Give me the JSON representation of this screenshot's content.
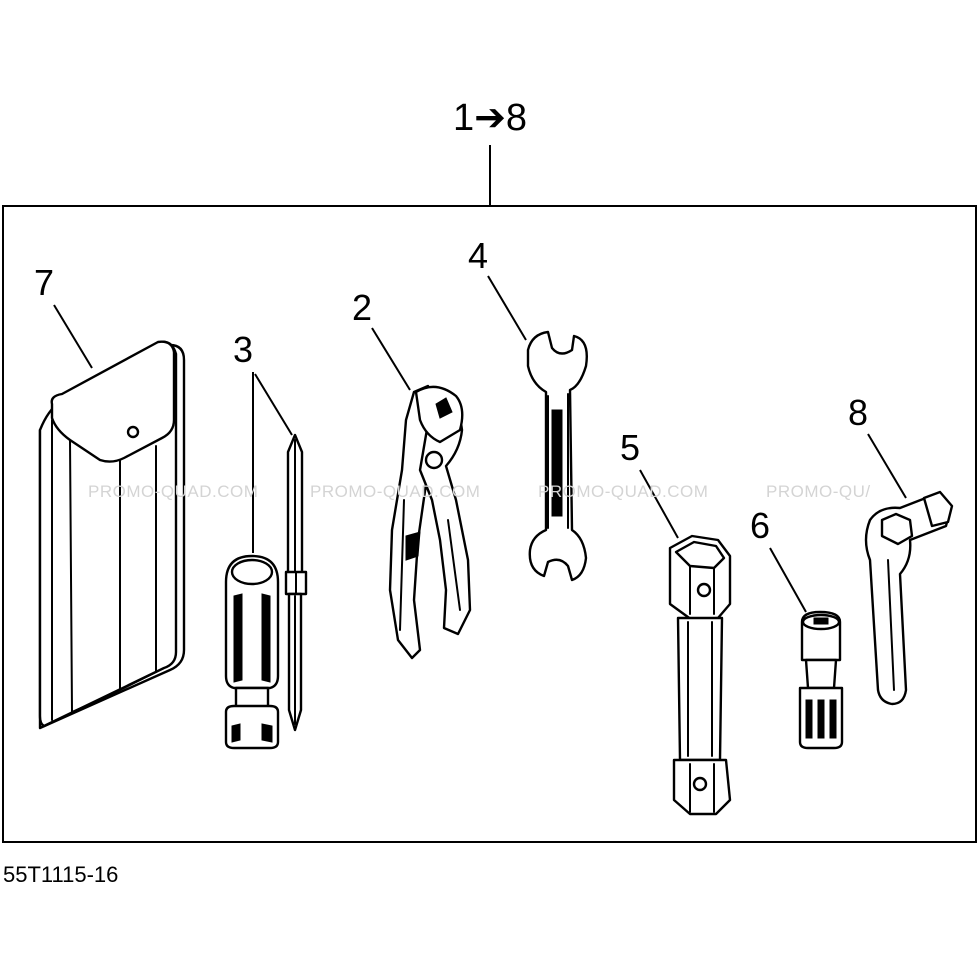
{
  "header": {
    "label": "1➔8"
  },
  "figure_ref": "55T1115-16",
  "watermark": {
    "text": "PROMO-QUAD.COM",
    "partial_text": "PROMO-QU/"
  },
  "callouts": [
    {
      "number": "7",
      "part": "tool-bag"
    },
    {
      "number": "3",
      "part": "screwdriver"
    },
    {
      "number": "2",
      "part": "pliers"
    },
    {
      "number": "4",
      "part": "open-end-wrench"
    },
    {
      "number": "5",
      "part": "spark-plug-wrench"
    },
    {
      "number": "6",
      "part": "socket-extension"
    },
    {
      "number": "8",
      "part": "offset-wrench"
    }
  ]
}
